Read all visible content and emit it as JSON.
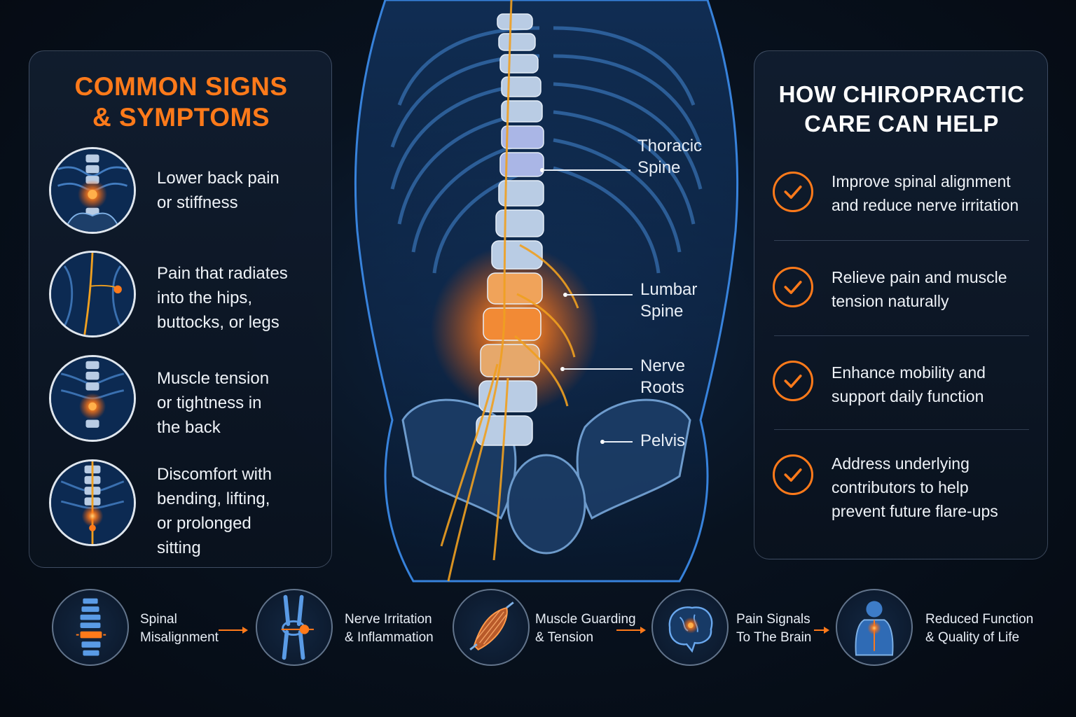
{
  "symptoms_panel": {
    "title_line1": "COMMON SIGNS",
    "title_line2": "& SYMPTOMS",
    "items": [
      {
        "lines": [
          "Lower back pain",
          "or stiffness"
        ]
      },
      {
        "lines": [
          "Pain that radiates",
          "into the hips,",
          "buttocks, or legs"
        ]
      },
      {
        "lines": [
          "Muscle tension",
          "or tightness in",
          "the back"
        ]
      },
      {
        "lines": [
          "Discomfort with",
          "bending, lifting,",
          "or prolonged",
          "sitting"
        ]
      }
    ]
  },
  "anatomy_labels": {
    "thoracic": [
      "Thoracic",
      "Spine"
    ],
    "lumbar": [
      "Lumbar",
      "Spine"
    ],
    "nerve": [
      "Nerve",
      "Roots"
    ],
    "pelvis": "Pelvis"
  },
  "benefits_panel": {
    "title_line1": "HOW CHIROPRACTIC",
    "title_line2": "CARE CAN HELP",
    "items": [
      {
        "lines": [
          "Improve spinal alignment",
          "and reduce nerve irritation"
        ]
      },
      {
        "lines": [
          "Relieve pain and muscle",
          "tension naturally"
        ]
      },
      {
        "lines": [
          "Enhance mobility and",
          "support daily function"
        ]
      },
      {
        "lines": [
          "Address underlying",
          "contributors to help",
          "prevent future flare-ups"
        ]
      }
    ]
  },
  "flow": [
    {
      "icon": "spine-icon",
      "lines": [
        "Spinal",
        "Misalignment"
      ]
    },
    {
      "icon": "knee-joint-icon",
      "lines": [
        "Nerve Irritation",
        "& Inflammation"
      ]
    },
    {
      "icon": "muscle-icon",
      "lines": [
        "Muscle Guarding",
        "& Tension"
      ]
    },
    {
      "icon": "brain-icon",
      "lines": [
        "Pain Signals",
        "To The Brain"
      ]
    },
    {
      "icon": "person-back-icon",
      "lines": [
        "Reduced Function",
        "& Quality of Life"
      ]
    }
  ],
  "colors": {
    "accent": "#ff7a1a",
    "background": "#07101c",
    "bone": "#b9cce4",
    "body_glow": "#2a78d8"
  }
}
